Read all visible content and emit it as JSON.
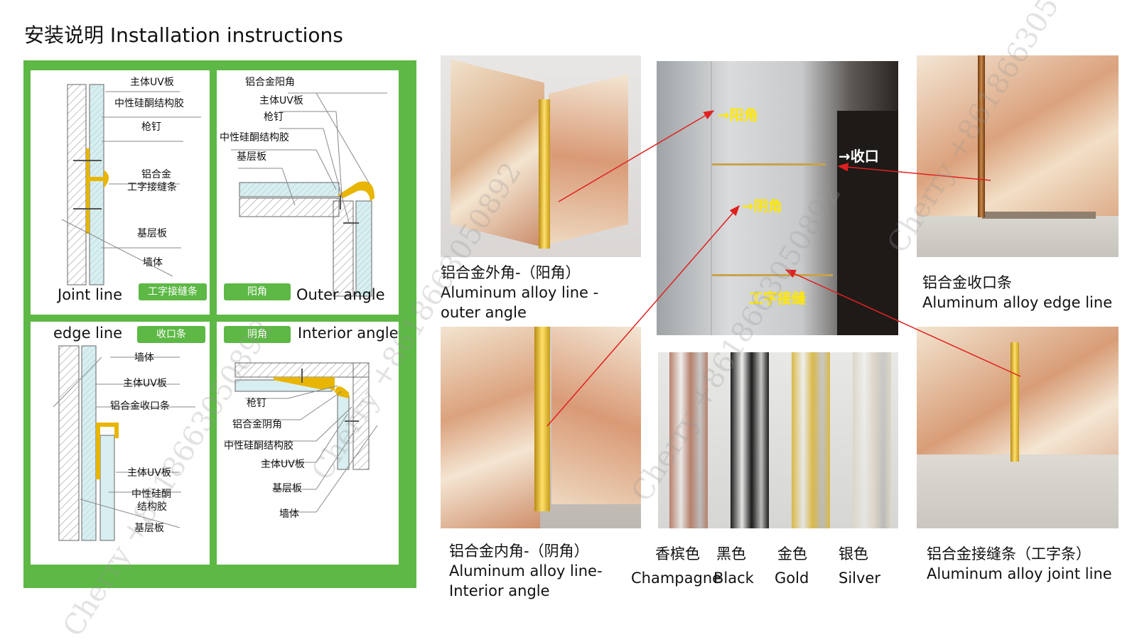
{
  "page": {
    "title": "安装说明  Installation instructions"
  },
  "diagrams": {
    "joint": {
      "labels": [
        "主体UV板",
        "中性硅酮结构胶",
        "枪钉",
        "铝合金",
        "工字接缝条",
        "基层板",
        "墙体"
      ],
      "en": "Joint line",
      "tag": "工字接缝条"
    },
    "outer": {
      "labels": [
        "铝合金阳角",
        "主体UV板",
        "枪钉",
        "中性硅酮结构胶",
        "基层板"
      ],
      "en": "Outer angle",
      "tag": "阳角"
    },
    "edge": {
      "labels": [
        "墙体",
        "主体UV板",
        "铝合金收口条",
        "主体UV板",
        "中性硅酮",
        "结构胶",
        "基层板"
      ],
      "en": "edge line",
      "tag": "收口条"
    },
    "interior": {
      "labels": [
        "枪钉",
        "铝合金阴角",
        "中性硅酮结构胶",
        "主体UV板",
        "基层板",
        "墙体"
      ],
      "en": "Interior angle",
      "tag": "阴角"
    }
  },
  "photos": {
    "outer_caption": [
      "铝合金外角-（阳角）",
      "Aluminum alloy line -",
      "outer angle"
    ],
    "interior_caption": [
      "铝合金内角-（阴角）",
      "Aluminum alloy line-",
      "Interior angle"
    ],
    "edge_caption": [
      "铝合金收口条",
      "Aluminum alloy edge line"
    ],
    "joint_caption": [
      "铝合金接缝条（工字条）",
      "Aluminum alloy joint line"
    ],
    "wall_labels": [
      "→阳角",
      "→收口",
      "→阴角",
      "工字接缝"
    ]
  },
  "colors": {
    "items": [
      {
        "cn": "香槟色",
        "en": "Champagne",
        "hex": "#b7806c"
      },
      {
        "cn": "黑色",
        "en": "Black",
        "hex": "#1c1c1c"
      },
      {
        "cn": "金色",
        "en": "Gold",
        "hex": "#d9b94a"
      },
      {
        "cn": "银色",
        "en": "Silver",
        "hex": "#ddd6c8"
      }
    ]
  },
  "watermark": {
    "text": "Cherry +8618663050892"
  },
  "theme": {
    "green": "#5db845",
    "gold": "#e8b500",
    "marble": "#e6b98f",
    "arrow": "#e02020"
  }
}
